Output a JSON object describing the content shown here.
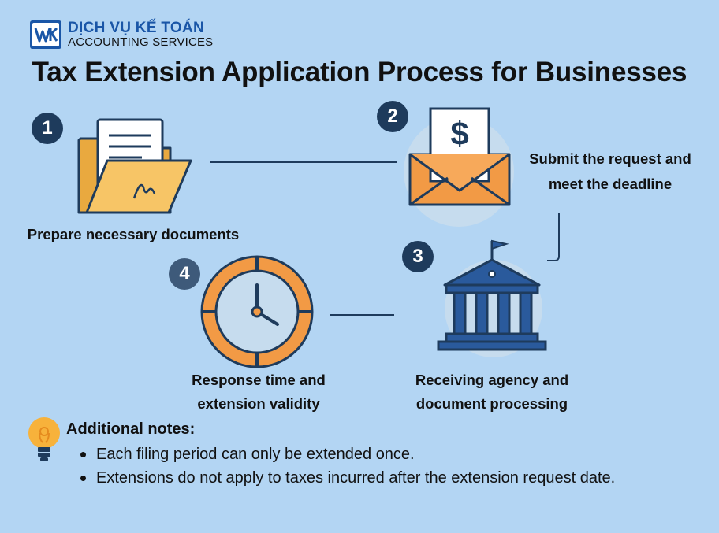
{
  "logo": {
    "line1": "DỊCH VỤ KẾ TOÁN",
    "line2": "ACCOUNTING SERVICES"
  },
  "title": "Tax Extension Application Process for Businesses",
  "steps": [
    {
      "number": "1",
      "label_lines": [
        "Prepare necessary documents"
      ],
      "icon": "folder-document-icon"
    },
    {
      "number": "2",
      "label_lines": [
        "Submit the request and",
        "meet the deadline"
      ],
      "icon": "envelope-dollar-icon"
    },
    {
      "number": "3",
      "label_lines": [
        "Receiving agency and",
        "document processing"
      ],
      "icon": "government-building-icon"
    },
    {
      "number": "4",
      "label_lines": [
        "Response time and",
        "extension validity"
      ],
      "icon": "clock-icon"
    }
  ],
  "notes": {
    "title": "Additional notes:",
    "items": [
      "Each filing period can only be extended once.",
      "Extensions do not apply to taxes incurred after the extension request date."
    ]
  },
  "colors": {
    "background": "#b3d5f3",
    "badge": "#1e3b5c",
    "brand_blue": "#1a56a7",
    "orange": "#f29a45",
    "folder_yellow": "#f7c566",
    "building_blue": "#2a5a9c"
  }
}
